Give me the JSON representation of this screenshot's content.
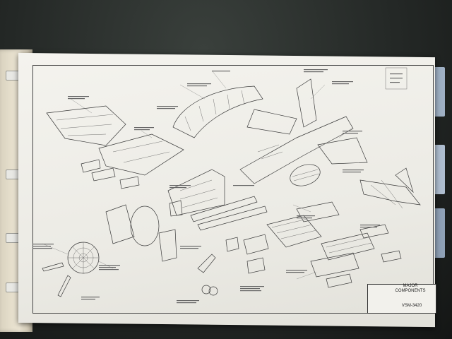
{
  "title_block": {
    "title_line1": "MAJOR",
    "title_line2": "COMPONENTS",
    "drawing_number": "VSM-3420"
  },
  "colors": {
    "paper": "#f0efe9",
    "ink": "#3a3a3a",
    "desk": "#242826",
    "tab_blue": "#9fb0c4"
  }
}
